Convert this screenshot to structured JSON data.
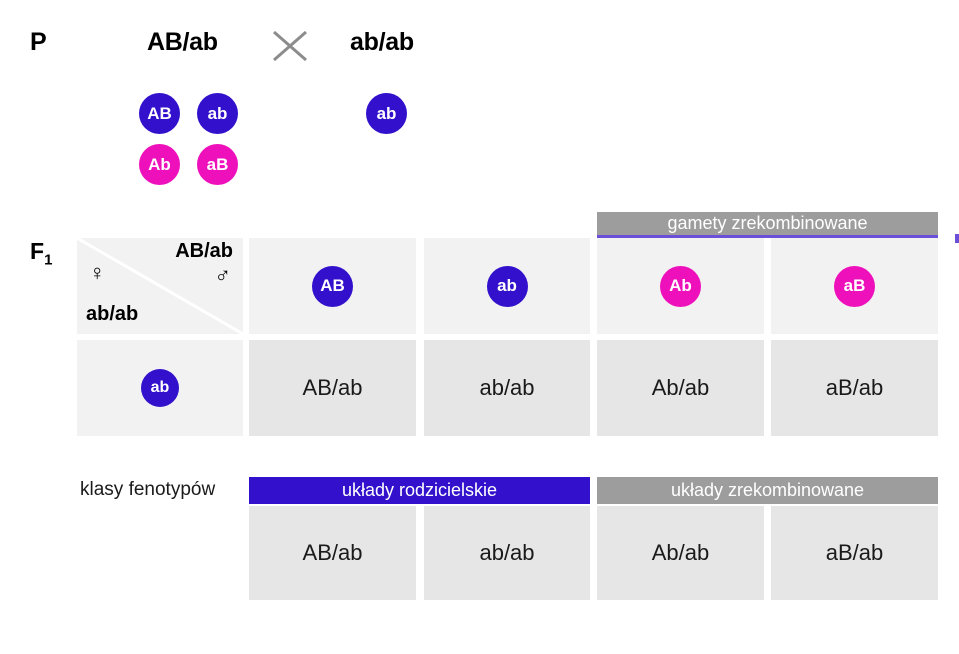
{
  "diagram": {
    "title": "Krzyzowka testowa - sprzezenie genow (AB/ab x ab/ab)",
    "language": "pl",
    "colors": {
      "parental_gamete": "#3311cc",
      "recombinant_gamete": "#ee11bb",
      "gray_banner": "#9d9d9d",
      "blue_banner": "#3311cc",
      "cell_light": "#f2f2f2",
      "cell_dark": "#e6e6e6",
      "cross_symbol": "#8c8c8c",
      "accent_underline": "#6b4fd8"
    }
  },
  "parental": {
    "label": "P",
    "left_genotype": "AB/ab",
    "cross_symbol": "x-cross-icon",
    "right_genotype": "ab/ab",
    "left_gametes": [
      {
        "label": "AB",
        "type": "parental"
      },
      {
        "label": "ab",
        "type": "parental"
      },
      {
        "label": "Ab",
        "type": "recombinant"
      },
      {
        "label": "aB",
        "type": "recombinant"
      }
    ],
    "right_gametes": [
      {
        "label": "ab",
        "type": "parental"
      }
    ]
  },
  "f1": {
    "label": "F",
    "label_sub": "1",
    "recombined_gametes_banner": "gamety zrekombinowane",
    "corner": {
      "male_symbol": "♂",
      "male_genotype": "AB/ab",
      "female_symbol": "♀",
      "female_genotype": "ab/ab"
    },
    "male_gametes": [
      {
        "label": "AB",
        "type": "parental"
      },
      {
        "label": "ab",
        "type": "parental"
      },
      {
        "label": "Ab",
        "type": "recombinant"
      },
      {
        "label": "aB",
        "type": "recombinant"
      }
    ],
    "female_gamete": {
      "label": "ab",
      "type": "parental"
    },
    "offspring": [
      "AB/ab",
      "ab/ab",
      "Ab/ab",
      "aB/ab"
    ]
  },
  "phenotypes": {
    "label": "klasy fenotypów",
    "parental_banner": "układy rodzicielskie",
    "recombinant_banner": "układy zrekombinowane",
    "genotypes": [
      "AB/ab",
      "ab/ab",
      "Ab/ab",
      "aB/ab"
    ]
  }
}
